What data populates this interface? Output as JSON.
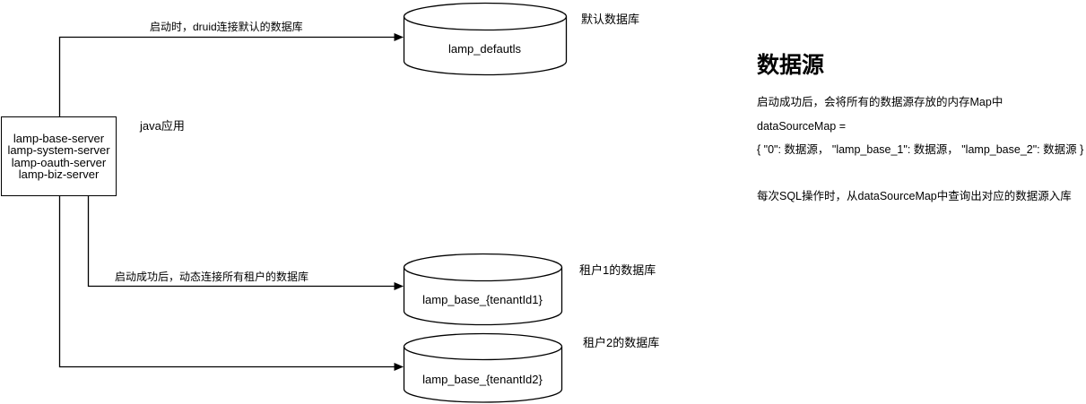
{
  "diagram": {
    "app_box": {
      "servers": [
        "lamp-base-server",
        "lamp-system-server",
        "lamp-oauth-server",
        "lamp-biz-server"
      ],
      "label": "java应用"
    },
    "arrow_labels": {
      "to_default": "启动时，druid连接默认的数据库",
      "to_tenants": "启动成功后，动态连接所有租户的数据库"
    },
    "databases": [
      {
        "name": "lamp_defautls",
        "caption": "默认数据库"
      },
      {
        "name": "lamp_base_{tenantId1}",
        "caption": "租户1的数据库"
      },
      {
        "name": "lamp_base_{tenantId2}",
        "caption": "租户2的数据库"
      }
    ]
  },
  "notes": {
    "title": "数据源",
    "lines": [
      "启动成功后，会将所有的数据源存放的内存Map中",
      "dataSourceMap =",
      "{ \"0\": 数据源， \"lamp_base_1\": 数据源， \"lamp_base_2\": 数据源 }",
      "每次SQL操作时，从dataSourceMap中查询出对应的数据源入库"
    ]
  },
  "colors": {
    "stroke": "#000000",
    "fill": "#ffffff"
  }
}
